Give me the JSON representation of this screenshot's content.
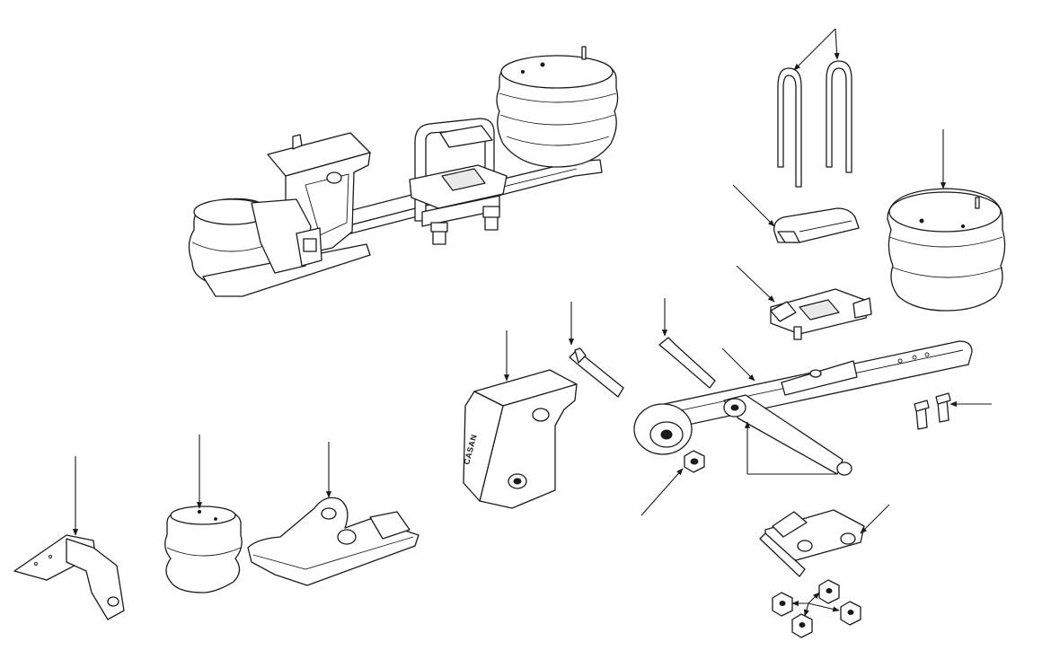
{
  "diagram": {
    "stamp_text": "CASAN",
    "line_color": "#1a1a1a",
    "background": "#ffffff",
    "parts": [
      "assembled-suspension",
      "u-bolts",
      "axle-seat-top-pad",
      "air-spring",
      "spring-seat-bracket",
      "hanger-bracket",
      "pivot-bolt",
      "shock-bolt",
      "trailing-arm-leaf-spring",
      "shock-absorber",
      "mounting-bolts",
      "lock-nut",
      "axle-seat-bottom",
      "u-bolt-nuts",
      "small-bracket",
      "air-spring-small",
      "lower-beam-plate"
    ]
  }
}
